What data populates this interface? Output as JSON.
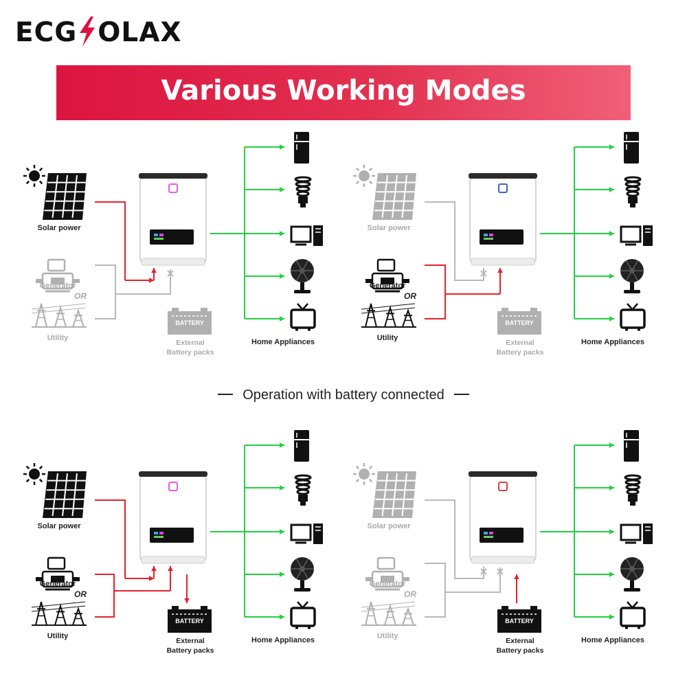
{
  "brand": {
    "logo_left": "ECG",
    "logo_right": "OLAX"
  },
  "banner": {
    "title": "Various Working Modes"
  },
  "subtitle": "Operation with battery connected",
  "labels": {
    "solar": "Solar power",
    "generator": "Generator",
    "or": "OR",
    "utility": "Utility",
    "battery_tag": "BATTERY",
    "battery_line1": "External",
    "battery_line2": "Battery packs",
    "appliances": "Home Appliances"
  },
  "colors": {
    "brand_red": "#dc1440",
    "active_line": "#e8202a",
    "output_line": "#22d040",
    "inactive": "#b8b8b8"
  },
  "panels": [
    {
      "id": "mode-1",
      "solar_active": true,
      "grid_active": false,
      "battery_flow": "none",
      "indicator_color": "#e060e0"
    },
    {
      "id": "mode-2",
      "solar_active": false,
      "grid_active": true,
      "battery_flow": "none",
      "indicator_color": "#4060d0"
    },
    {
      "id": "mode-3",
      "solar_active": true,
      "grid_active": true,
      "battery_flow": "charge",
      "indicator_color": "#e060e0"
    },
    {
      "id": "mode-4",
      "solar_active": false,
      "grid_active": false,
      "battery_flow": "discharge",
      "indicator_color": "#e04040"
    }
  ]
}
